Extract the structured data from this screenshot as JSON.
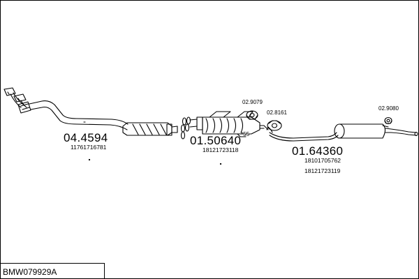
{
  "reference": "BMW079929A",
  "parts": [
    {
      "part_number": "04.4594",
      "oe_numbers": [
        "11761716781"
      ]
    },
    {
      "part_number": "01.50640",
      "oe_numbers": [
        "18121723118"
      ]
    },
    {
      "part_number": "01.64360",
      "oe_numbers": [
        "18101705762",
        "18121723119"
      ]
    }
  ],
  "accessories": [
    {
      "code": "02.9079"
    },
    {
      "code": "02.8161"
    },
    {
      "code": "02.9080"
    },
    {
      "code": "*55"
    }
  ]
}
